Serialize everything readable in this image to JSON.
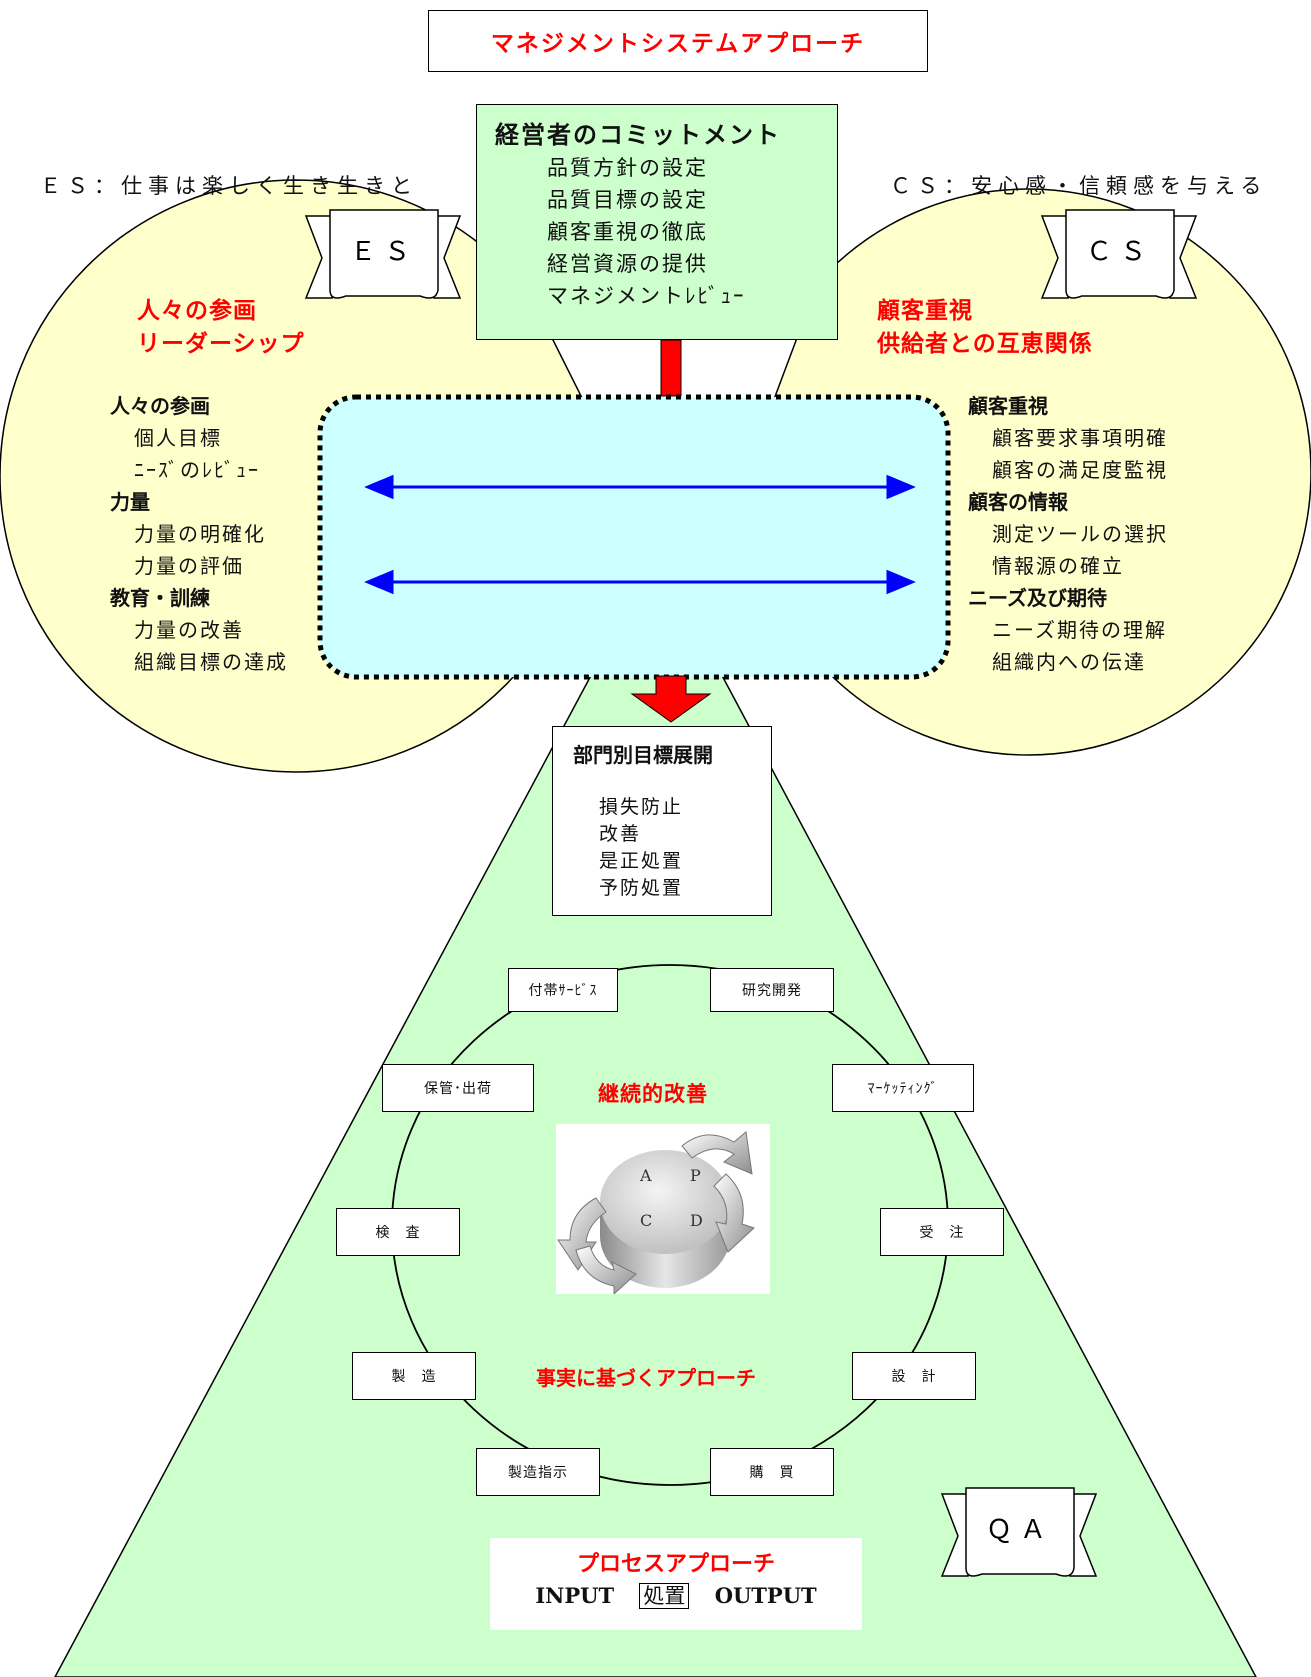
{
  "title": "マネジメントシステムアプローチ",
  "commitment": {
    "heading": "経営者のコミットメント",
    "items": [
      "品質方針の設定",
      "品質目標の設定",
      "顧客重視の徹底",
      "経営資源の提供",
      "マネジメントﾚﾋﾞｭｰ"
    ]
  },
  "es": {
    "tagline": "ＥＳ：仕事は楽しく生き生きと",
    "banner": "ＥＳ",
    "title_lines": [
      "人々の参画",
      "リーダーシップ"
    ],
    "groups": [
      {
        "heading": "人々の参画",
        "items": [
          "個人目標",
          "ﾆｰｽﾞのﾚﾋﾞｭｰ"
        ]
      },
      {
        "heading": "力量",
        "items": [
          "力量の明確化",
          "力量の評価"
        ]
      },
      {
        "heading": "教育・訓練",
        "items": [
          "力量の改善",
          "組織目標の達成"
        ]
      }
    ],
    "fill_color": "#ffffcc"
  },
  "cs": {
    "tagline": "ＣＳ：安心感・信頼感を与える",
    "banner": "ＣＳ",
    "title_lines": [
      "顧客重視",
      "供給者との互恵関係"
    ],
    "groups": [
      {
        "heading": "顧客重視",
        "items": [
          "顧客要求事項明確",
          "顧客の満足度監視"
        ]
      },
      {
        "heading": "顧客の情報",
        "items": [
          "測定ツールの選択",
          "情報源の確立"
        ]
      },
      {
        "heading": "ニーズ及び期待",
        "items": [
          "ニーズ期待の理解",
          "組織内への伝達"
        ]
      }
    ],
    "fill_color": "#ffffcc"
  },
  "department": {
    "heading": "部門別目標展開",
    "items": [
      "損失防止",
      "改善",
      "是正処置",
      "予防処置"
    ]
  },
  "cycle": {
    "center_top": "継続的改善",
    "center_bottom": "事実に基づくアプローチ",
    "pdca_letters": [
      "A",
      "P",
      "C",
      "D"
    ],
    "processes": [
      "付帯ｻｰﾋﾞｽ",
      "研究開発",
      "ﾏｰｹｯﾃｨﾝｸﾞ",
      "受　注",
      "設　計",
      "購　買",
      "製造指示",
      "製　造",
      "検　査",
      "保管･出荷"
    ]
  },
  "qa": {
    "banner": "ＱＡ",
    "note_title": "プロセスアプローチ",
    "input": "INPUT",
    "process": "処置",
    "output": "OUTPUT"
  },
  "colors": {
    "accent_red": "#ff0000",
    "arrow_blue": "#0000ff",
    "center_fill": "#ccffff",
    "triangle_fill": "#ccffcc",
    "commit_fill": "#ccffcc"
  }
}
